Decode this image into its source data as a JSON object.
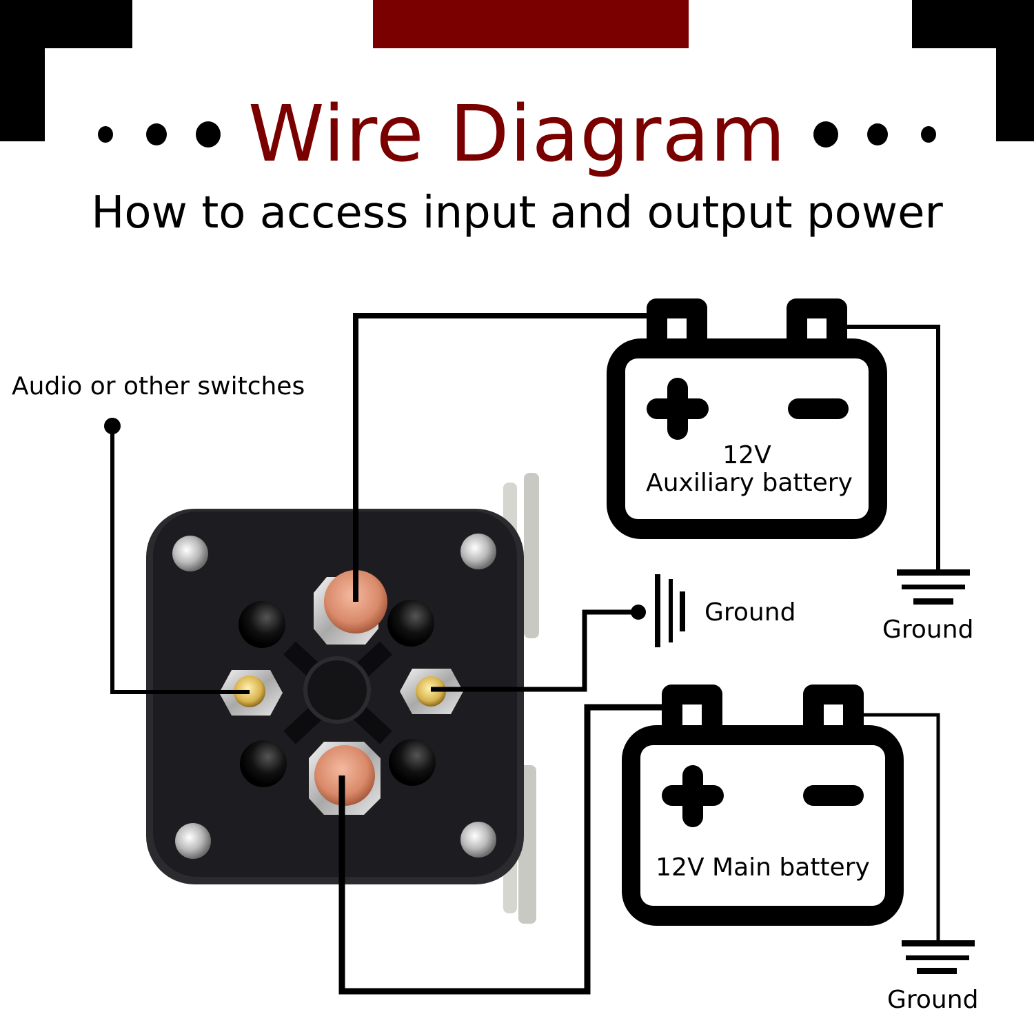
{
  "header": {
    "title": "Wire Diagram",
    "subtitle": "How to access input and output power",
    "accent_color": "#7a0000"
  },
  "labels": {
    "switches": "Audio or other switches",
    "ground_middle": "Ground",
    "ground_aux": "Ground",
    "ground_main": "Ground"
  },
  "batteries": {
    "auxiliary": {
      "voltage": "12V",
      "name": "Auxiliary battery",
      "positive_icon": "plus-icon",
      "negative_icon": "minus-icon"
    },
    "main": {
      "label": "12V Main battery",
      "positive_icon": "plus-icon",
      "negative_icon": "minus-icon"
    }
  },
  "device": {
    "name": "solenoid-relay",
    "terminals": [
      "large-top",
      "small-left",
      "small-right",
      "large-bottom"
    ]
  }
}
